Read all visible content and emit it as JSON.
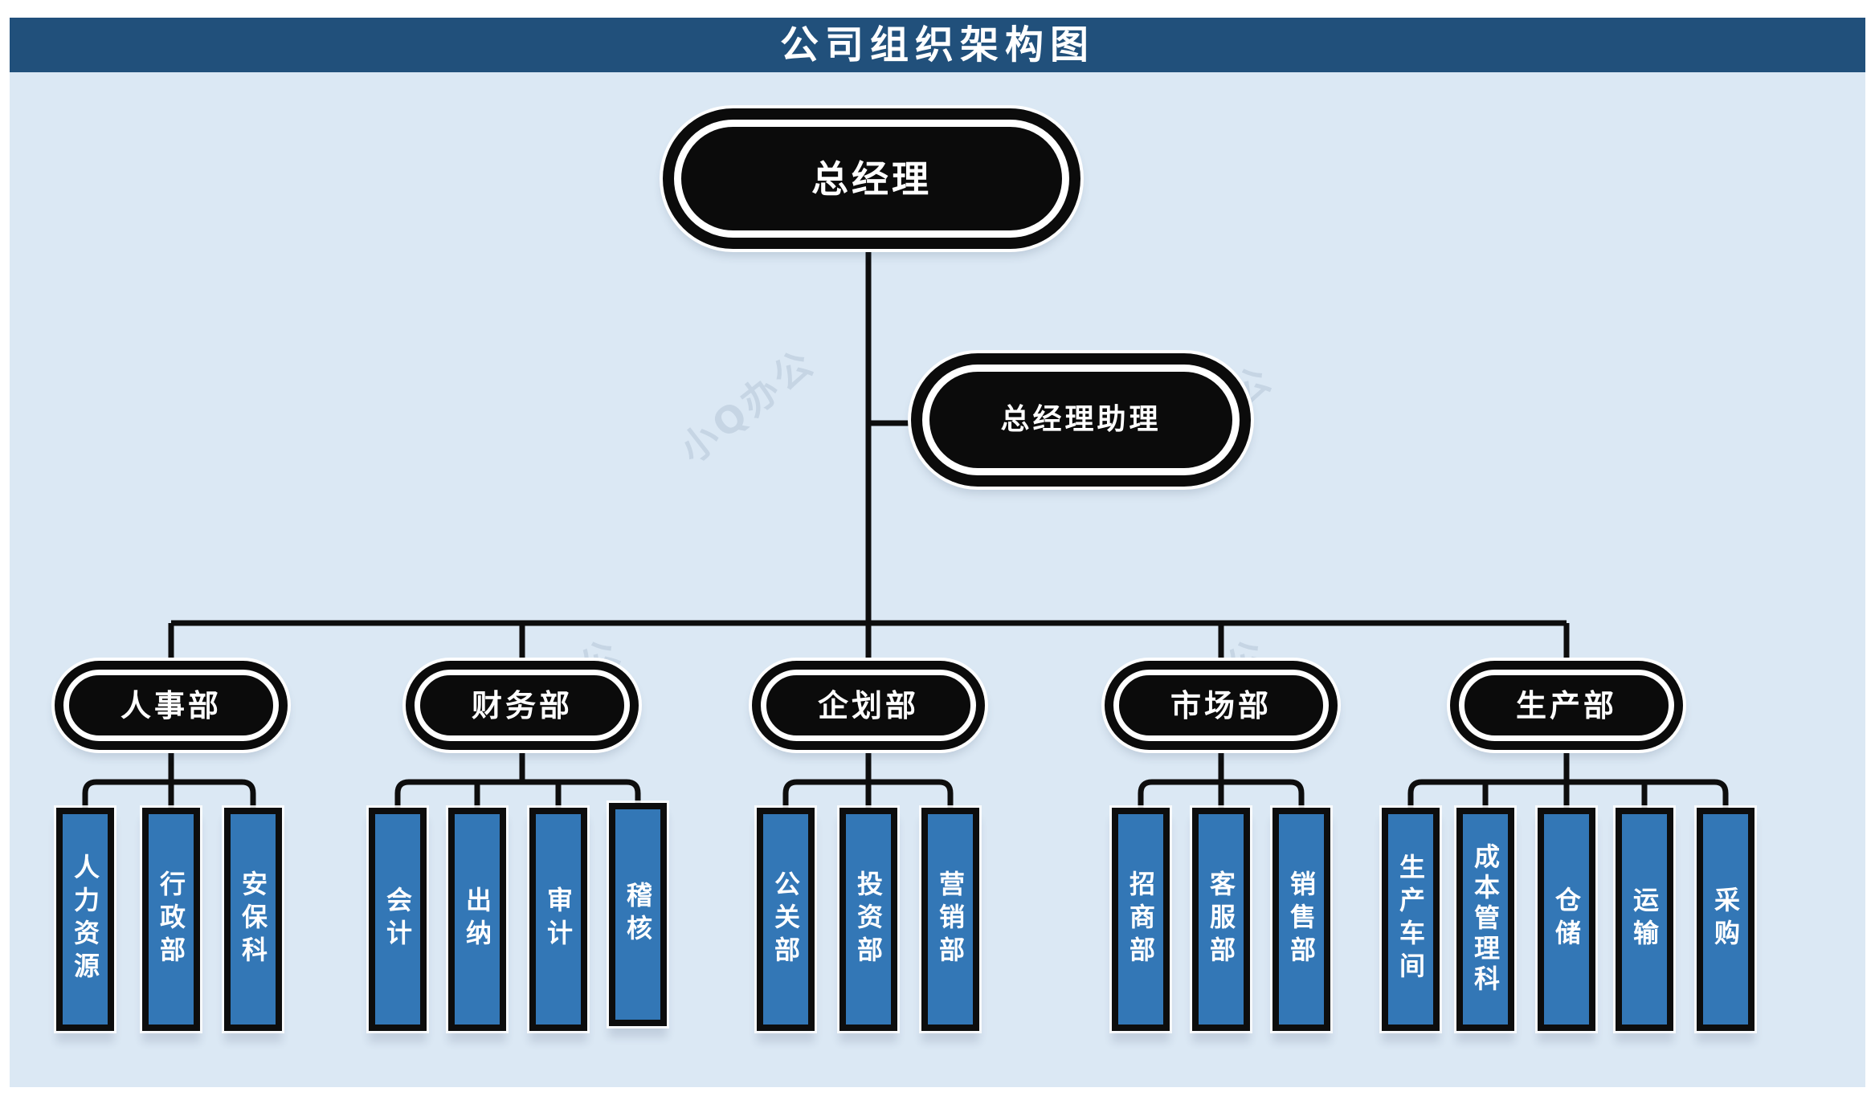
{
  "title": "公司组织架构图",
  "watermark": "小Q办公",
  "colors": {
    "title_bar": "#21507b",
    "canvas_background": "#dbe8f4",
    "node_fill": "#0b0b0b",
    "node_text": "#ffffff",
    "child_fill": "#3377b6",
    "connector": "#0d0d0d"
  },
  "root": {
    "label": "总经理"
  },
  "assistant": {
    "label": "总经理助理"
  },
  "departments": [
    {
      "label": "人事部",
      "children": [
        "人力资源",
        "行政部",
        "安保科"
      ]
    },
    {
      "label": "财务部",
      "children": [
        "会计",
        "出纳",
        "审计",
        "稽核"
      ]
    },
    {
      "label": "企划部",
      "children": [
        "公关部",
        "投资部",
        "营销部"
      ]
    },
    {
      "label": "市场部",
      "children": [
        "招商部",
        "客服部",
        "销售部"
      ]
    },
    {
      "label": "生产部",
      "children": [
        "生产车间",
        "成本管理科",
        "仓储",
        "运输",
        "采购"
      ]
    }
  ]
}
